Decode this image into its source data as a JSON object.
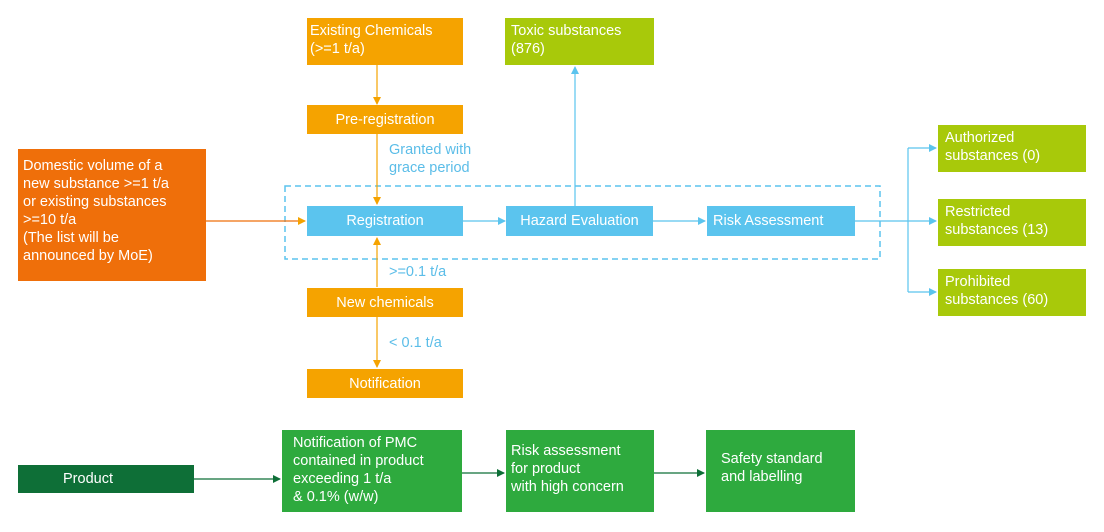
{
  "colors": {
    "orange_light": "#f5a300",
    "orange_dark": "#ef6f0a",
    "blue": "#5bc4ee",
    "lime": "#a8c90a",
    "green": "#2eaa3e",
    "dark_green": "#0e6f37"
  },
  "nodes": {
    "existing_chemicals": "Existing Chemicals\n(>=1 t/a)",
    "pre_registration": "Pre-registration",
    "toxic_substances": "Toxic substances\n(876)",
    "domestic_volume": "Domestic volume of a\nnew substance >=1 t/a\nor existing substances\n>=10 t/a\n(The list will be\nannounced by MoE)",
    "registration": "Registration",
    "hazard_evaluation": "Hazard Evaluation",
    "risk_assessment": "Risk Assessment",
    "authorized": "Authorized\nsubstances (0)",
    "restricted": "Restricted\nsubstances (13)",
    "prohibited": "Prohibited\nsubstances (60)",
    "new_chemicals": "New chemicals",
    "notification": "Notification",
    "product": "Product",
    "notification_pmc": "Notification of PMC\ncontained in product\nexceeding 1 t/a\n& 0.1% (w/w)",
    "risk_product": "Risk assessment\nfor product\nwith high concern",
    "safety_standard": "Safety standard\nand labelling"
  },
  "edge_labels": {
    "granted": "Granted with\ngrace period",
    "ge_01": ">=0.1 t/a",
    "lt_01": "< 0.1 t/a"
  }
}
